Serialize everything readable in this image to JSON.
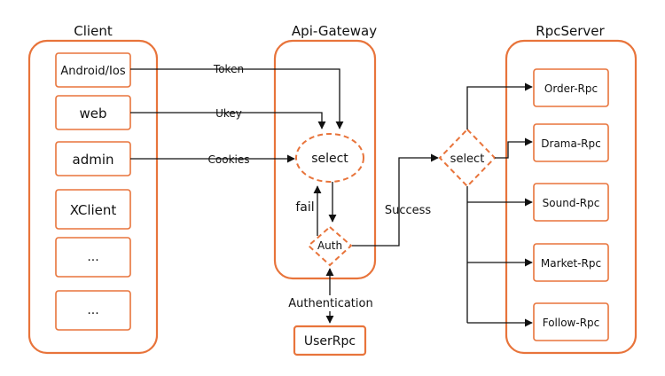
{
  "colors": {
    "accent": "#e8743b",
    "line": "#111111",
    "text": "#111111"
  },
  "client": {
    "title": "Client",
    "items": [
      "Android/Ios",
      "web",
      "admin",
      "XClient",
      "...",
      "..."
    ]
  },
  "gateway": {
    "title": "Api-Gateway",
    "select": "select",
    "auth": "Auth",
    "fail": "fail"
  },
  "edges": {
    "token": "Token",
    "ukey": "Ukey",
    "cookies": "Cookies",
    "success": "Success",
    "authentication": "Authentication"
  },
  "router": {
    "label": "select"
  },
  "userrpc": {
    "label": "UserRpc"
  },
  "rpcserver": {
    "title": "RpcServer",
    "items": [
      "Order-Rpc",
      "Drama-Rpc",
      "Sound-Rpc",
      "Market-Rpc",
      "Follow-Rpc"
    ]
  }
}
